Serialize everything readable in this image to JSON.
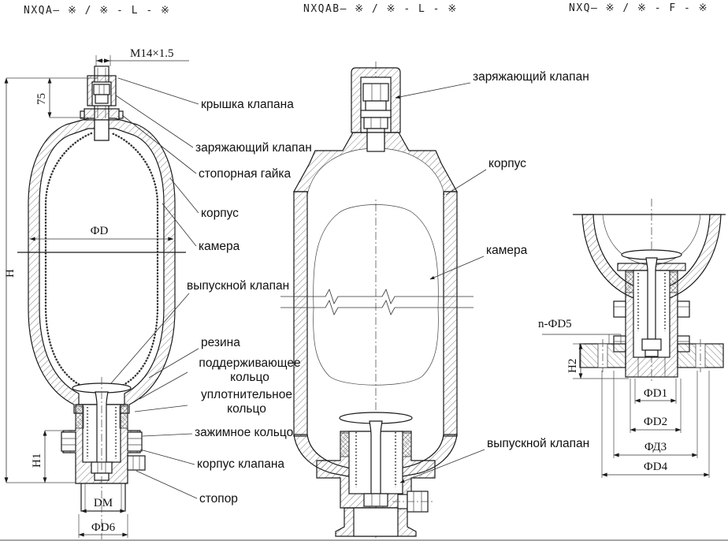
{
  "titles": {
    "left": "NXQA— ※ / ※ - L - ※",
    "middle": "NXQAB— ※ / ※ - L - ※",
    "right": "NXQ— ※ / ※ - F - ※"
  },
  "left_view": {
    "dims": {
      "thread": "M14×1.5",
      "h75": "75",
      "H": "H",
      "phiD": "ФD",
      "H1": "H1",
      "DM": "DM",
      "phiD6": "ФD6"
    },
    "labels": {
      "valve_cover": "крышка клапана",
      "charging_valve": "заряжающий клапан",
      "lock_nut": "стопорная гайка",
      "shell": "корпус",
      "bladder": "камера",
      "discharge_valve": "выпускной клапан",
      "rubber": "резина",
      "support_ring_1": "поддерживающее",
      "support_ring_2": "кольцо",
      "seal_ring_1": "уплотнительное",
      "seal_ring_2": "кольцо",
      "clamp_ring": "зажимное кольцо",
      "valve_body": "корпус клапана",
      "stopper": "стопор"
    }
  },
  "middle_view": {
    "labels": {
      "charging_valve": "заряжающий клапан",
      "shell": "корпус",
      "bladder": "камера",
      "discharge_valve": "выпускной клапан"
    }
  },
  "right_view": {
    "dims": {
      "bolt_holes": "n-ФD5",
      "H2": "H2",
      "phiD1": "ФD1",
      "phiD2": "ФD2",
      "phiD3": "ФД3",
      "phiD4": "ФD4"
    }
  },
  "colors": {
    "line": "#1a1a1a",
    "background": "#ffffff"
  }
}
